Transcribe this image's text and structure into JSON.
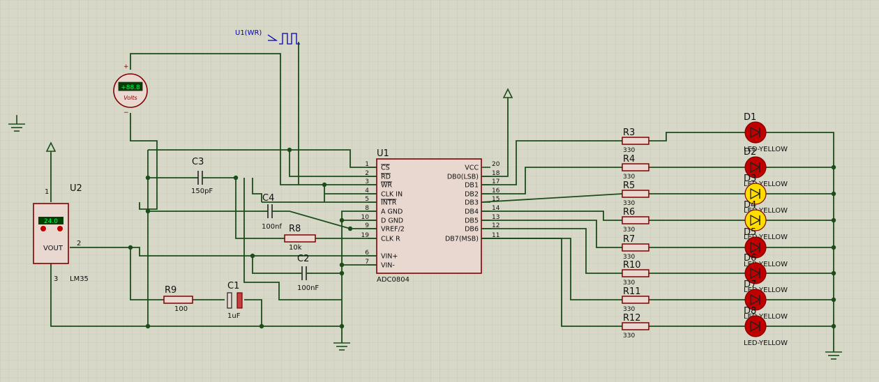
{
  "probe": {
    "label": "U1(WR)"
  },
  "voltmeter": {
    "reading": "+88.8",
    "unit": "Volts",
    "plus": "+",
    "minus": "−"
  },
  "lm35": {
    "ref": "U2",
    "type": "LM35",
    "display": "24.0",
    "out_label": "VOUT",
    "pin1": "1",
    "pin2": "2",
    "pin3": "3"
  },
  "adc": {
    "ref": "U1",
    "type": "ADC0804",
    "left_pins": [
      {
        "num": "1",
        "name": "CS"
      },
      {
        "num": "2",
        "name": "RD"
      },
      {
        "num": "3",
        "name": "WR"
      },
      {
        "num": "4",
        "name": "CLK IN"
      },
      {
        "num": "5",
        "name": "INTR"
      },
      {
        "num": "8",
        "name": "A GND"
      },
      {
        "num": "10",
        "name": "D GND"
      },
      {
        "num": "9",
        "name": "VREF/2"
      },
      {
        "num": "19",
        "name": "CLK R"
      },
      {
        "num": "6",
        "name": "VIN+"
      },
      {
        "num": "7",
        "name": "VIN-"
      }
    ],
    "right_pins": [
      {
        "num": "20",
        "name": "VCC"
      },
      {
        "num": "18",
        "name": "DB0(LSB)"
      },
      {
        "num": "17",
        "name": "DB1"
      },
      {
        "num": "16",
        "name": "DB2"
      },
      {
        "num": "15",
        "name": "DB3"
      },
      {
        "num": "14",
        "name": "DB4"
      },
      {
        "num": "13",
        "name": "DB5"
      },
      {
        "num": "12",
        "name": "DB6"
      },
      {
        "num": "11",
        "name": "DB7(MSB)"
      }
    ]
  },
  "components": {
    "c3": {
      "ref": "C3",
      "value": "150pF"
    },
    "c4": {
      "ref": "C4",
      "value": "100nf"
    },
    "r8": {
      "ref": "R8",
      "value": "10k"
    },
    "c2": {
      "ref": "C2",
      "value": "100nF"
    },
    "r9": {
      "ref": "R9",
      "value": "100"
    },
    "c1": {
      "ref": "C1",
      "value": "1uF"
    }
  },
  "resistors": [
    {
      "ref": "R3",
      "value": "330"
    },
    {
      "ref": "R4",
      "value": "330"
    },
    {
      "ref": "R5",
      "value": "330"
    },
    {
      "ref": "R6",
      "value": "330"
    },
    {
      "ref": "R7",
      "value": "330"
    },
    {
      "ref": "R10",
      "value": "330"
    },
    {
      "ref": "R11",
      "value": "330"
    },
    {
      "ref": "R12",
      "value": "330"
    }
  ],
  "leds": [
    {
      "ref": "D1",
      "type": "LED-YELLOW",
      "on": false
    },
    {
      "ref": "D2",
      "type": "LED-YELLOW",
      "on": false
    },
    {
      "ref": "D3",
      "type": "LED-YELLOW",
      "on": true
    },
    {
      "ref": "D4",
      "type": "LED-YELLOW",
      "on": true
    },
    {
      "ref": "D5",
      "type": "LED-YELLOW",
      "on": false
    },
    {
      "ref": "D6",
      "type": "LED-YELLOW",
      "on": false
    },
    {
      "ref": "D7",
      "type": "LED-YELLOW",
      "on": false
    },
    {
      "ref": "D8",
      "type": "LED-YELLOW",
      "on": false
    }
  ],
  "colors": {
    "background": "#d8d8c8",
    "grid": "#c0c0b0",
    "wire": "#1a4d1a",
    "component": "#800000",
    "chip_fill": "#e8d8d0",
    "text": "#101010",
    "probe": "#0000b0",
    "led_off": "#c00000",
    "led_on": "#ffdd00",
    "display_bg": "#004000",
    "display_text": "#00ff60"
  }
}
